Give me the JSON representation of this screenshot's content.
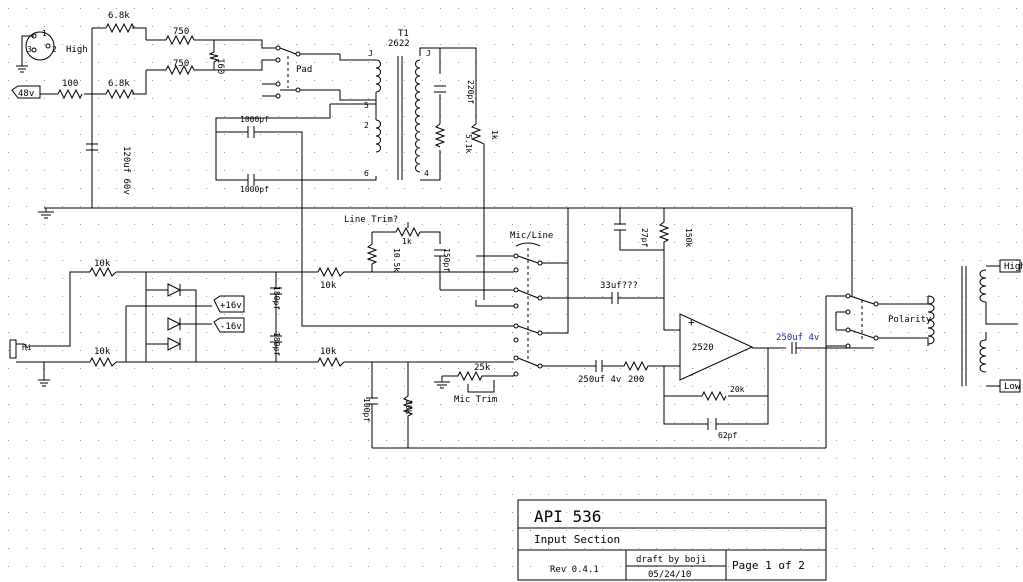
{
  "input": {
    "xlr_pins": [
      "1",
      "2",
      "3"
    ],
    "high_label": "High",
    "phantom_label": "48v",
    "jack_label": "Hi"
  },
  "components": {
    "r_68k_top": "6.8k",
    "r_68k_bot": "6.8k",
    "r_750_top": "750",
    "r_750_bot": "750",
    "r_160": "160",
    "r_100": "100",
    "c_120uf": "120uf 60v",
    "pad_label": "Pad",
    "t1_label": "T1",
    "t1_model": "2622",
    "c_1000pf_a": "1000pf",
    "c_1000pf_b": "1000pf",
    "c_220pf": "220pf",
    "r_51k": "5.1k",
    "r_1k_right": "1k",
    "line_trim": "Line Trim?",
    "r_1k_trim": "1k",
    "r_105k": "10.5k",
    "c_150pf": "150pf",
    "mic_line": "Mic/Line",
    "c_27pf": "27pf",
    "r_150k": "150k",
    "c_33uf": "33uf???",
    "r_10k_a": "10k",
    "r_10k_b": "10k",
    "r_10k_c": "10k",
    "r_10k_d": "10k",
    "c_180pf_a": "180pf",
    "c_180pf_b": "180pf",
    "v_pos": "+16v",
    "v_neg": "-16v",
    "c_100pf": "100pf",
    "r_20k_v": "20k",
    "r_25k": "25k",
    "mic_trim": "Mic Trim",
    "c_250uf_in": "250uf 4v",
    "r_200": "200",
    "op_amp": "2520",
    "plus": "+",
    "minus": "-",
    "r_20k_fb": "20k",
    "c_62pf": "62pf",
    "c_250uf_out": "250uf 4v",
    "polarity": "Polarity",
    "out_high": "High",
    "out_low": "Low",
    "pin_j1": "J",
    "pin_j2": "J",
    "pin_5": "5",
    "pin_2": "2",
    "pin_6": "6",
    "pin_4": "4"
  },
  "title_block": {
    "title": "API 536",
    "subtitle": "Input Section",
    "rev": "Rev 0.4.1",
    "draft_by": "draft by boji",
    "date": "05/24/10",
    "page": "Page 1 of 2"
  },
  "colors": {
    "accent_label": "#1a2aa8",
    "ink": "#000000",
    "grid_dot": "#9a9a9a"
  }
}
